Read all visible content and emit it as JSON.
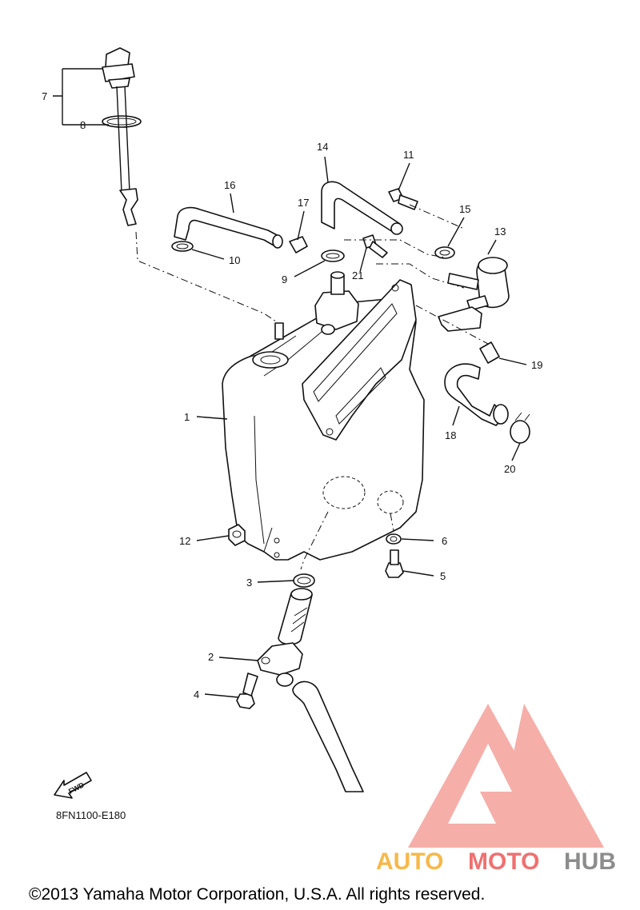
{
  "diagram": {
    "callouts": [
      {
        "id": "c1",
        "text": "1"
      },
      {
        "id": "c2",
        "text": "2"
      },
      {
        "id": "c3",
        "text": "3"
      },
      {
        "id": "c4",
        "text": "4"
      },
      {
        "id": "c5",
        "text": "5"
      },
      {
        "id": "c6",
        "text": "6"
      },
      {
        "id": "c7",
        "text": "7"
      },
      {
        "id": "c8",
        "text": "8"
      },
      {
        "id": "c9",
        "text": "9"
      },
      {
        "id": "c10",
        "text": "10"
      },
      {
        "id": "c11",
        "text": "11"
      },
      {
        "id": "c12",
        "text": "12"
      },
      {
        "id": "c13",
        "text": "13"
      },
      {
        "id": "c14",
        "text": "14"
      },
      {
        "id": "c15",
        "text": "15"
      },
      {
        "id": "c16",
        "text": "16"
      },
      {
        "id": "c17",
        "text": "17"
      },
      {
        "id": "c18",
        "text": "18"
      },
      {
        "id": "c19",
        "text": "19"
      },
      {
        "id": "c20",
        "text": "20"
      },
      {
        "id": "c21",
        "text": "21"
      }
    ],
    "fwd_label": "FWD",
    "drawing_code": "8FN1100-E180",
    "copyright": "©2013 Yamaha Motor Corporation, U.S.A. All rights reserved."
  },
  "watermark": {
    "brand_part1": "AUTO",
    "brand_part2": "MOTO",
    "brand_part3": "HUB",
    "colors": {
      "orange": "#f7b84a",
      "red": "#f07070",
      "gray": "#8c8c8c",
      "triangle": "#f5a09a"
    }
  }
}
